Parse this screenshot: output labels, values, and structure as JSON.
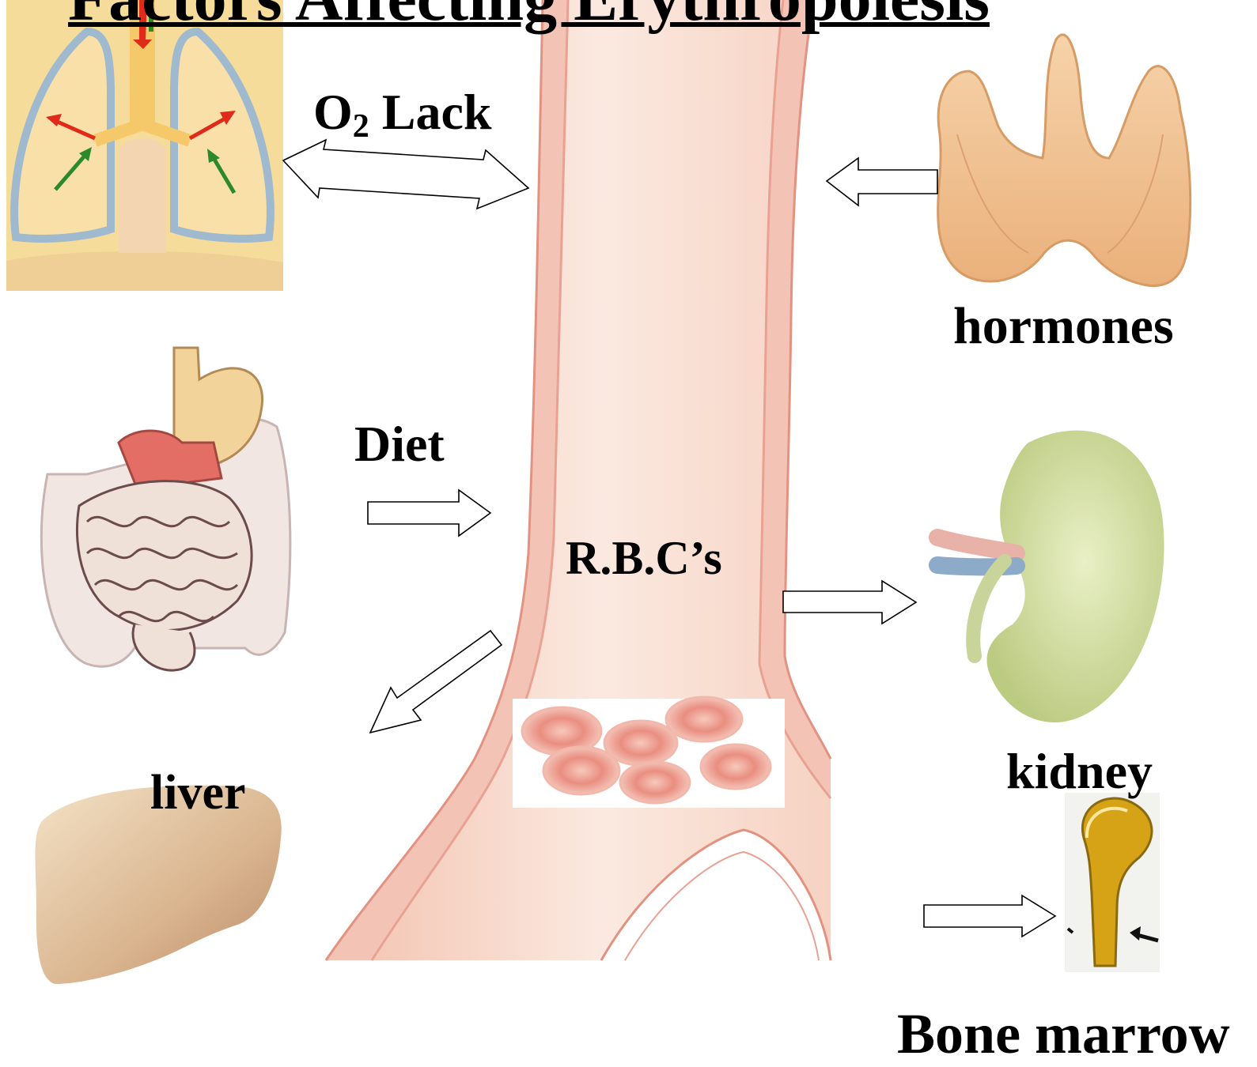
{
  "title": "Factors Affecting Erythropoiesis",
  "labels": {
    "o2_prefix": "O",
    "o2_sub": "2",
    "o2_suffix": " Lack",
    "hormones": "hormones",
    "diet": "Diet",
    "rbc": "R.B.C’s",
    "kidney": "kidney",
    "liver": "liver",
    "bone_marrow": "Bone marrow"
  },
  "colors": {
    "vessel_wall": "#f2b9ae",
    "vessel_lumen": "#f8d8cc",
    "lung_fill": "#f6dc9a",
    "lung_outline": "#9fb9cf",
    "thyroid": "#f3c391",
    "kidney": "#d3e0a2",
    "liver": "#d9b48e",
    "stomach": "#f2d39a",
    "duodenum": "#e36e66",
    "intestine": "#eee2dc",
    "bone": "#d6a317",
    "rbc": "#eb9a8c",
    "arrow_red": "#e02a1a",
    "arrow_green": "#2c8a2c"
  }
}
